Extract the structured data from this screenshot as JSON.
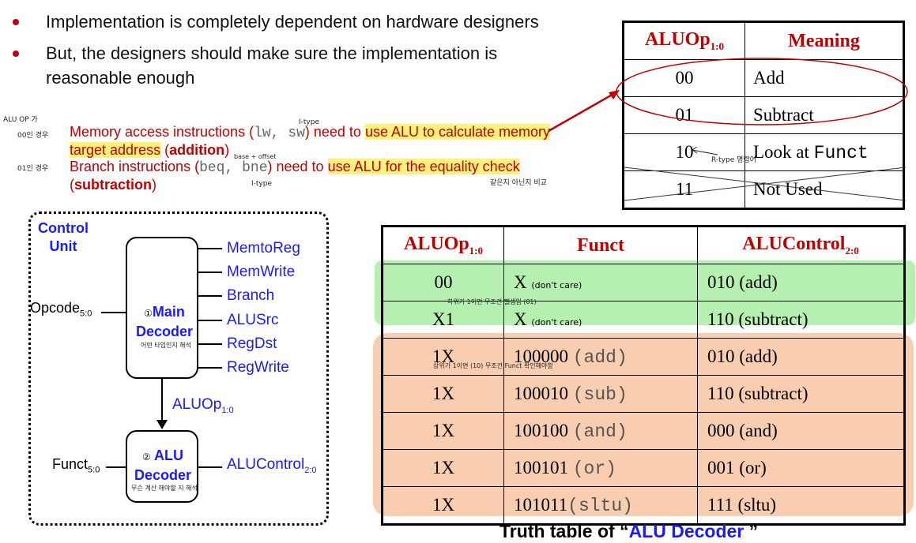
{
  "bullets": [
    "Implementation is completely dependent on hardware designers",
    "But, the designers should make sure the implementation is reasonable enough"
  ],
  "memory_line": {
    "pre": "Memory access instructions (",
    "code": "lw, sw",
    "mid": ") need to ",
    "hl": "use ALU to calculate memory target address",
    "open": " (",
    "bold": "addition",
    "close": ")"
  },
  "branch_line": {
    "pre": "Branch instructions (",
    "code": "beq, bne",
    "mid": ") need to ",
    "hl": "use ALU for the equality check",
    "open": " (",
    "bold": "subtraction",
    "close": ")"
  },
  "notes": {
    "aluop_is": "ALU OP 가",
    "case00": "00인 경우",
    "case01": "01인 경우",
    "itype_top": "I-type",
    "base_offset": "base + offset",
    "itype_bottom": "I-type",
    "compare": "같은지 아닌지 비교",
    "rtype": "R-type 명령어",
    "dont_care1": "(don't care)",
    "dont_care2": "(don't care)",
    "x1_note": "하위가 1이면 무조건 뺄셈임 (01)",
    "x1_note2": "상위가 1이면 (10) 무조건 Funct 확인해야함",
    "main_note": "어떤 타입인지 해석",
    "alu_note": "무슨 계산 해야할 지 해석"
  },
  "aluop_table": {
    "header": [
      "ALUOp",
      "1:0",
      "Meaning"
    ],
    "rows": [
      {
        "op": "00",
        "meaning": "Add"
      },
      {
        "op": "01",
        "meaning": "Subtract"
      },
      {
        "op": "10",
        "meaning_pre": "Look at ",
        "meaning_code": "Funct"
      },
      {
        "op": "11",
        "meaning": "Not Used"
      }
    ]
  },
  "control_unit": {
    "title_line1": "Control",
    "title_line2": "Unit",
    "main_num": "①",
    "main_label1": "Main",
    "main_label2": "Decoder",
    "alu_num": "②",
    "alu_label1": "ALU",
    "alu_label2": "Decoder",
    "opcode": "Opcode",
    "opcode_sub": "5:0",
    "funct": "Funct",
    "funct_sub": "5:0",
    "aluop": "ALUOp",
    "aluop_sub": "1:0",
    "alucontrol": "ALUControl",
    "alucontrol_sub": "2:0",
    "outputs": [
      "MemtoReg",
      "MemWrite",
      "Branch",
      "ALUSrc",
      "RegDst",
      "RegWrite"
    ]
  },
  "truth_table": {
    "header_aluop": "ALUOp",
    "header_aluop_sub": "1:0",
    "header_funct": "Funct",
    "header_ctrl": "ALUControl",
    "header_ctrl_sub": "2:0",
    "rows": [
      {
        "aluop": "00",
        "funct": "X",
        "funct_code": "",
        "ctrl": "010 (add)"
      },
      {
        "aluop": "X1",
        "funct": "X",
        "funct_code": "",
        "ctrl": "110 (subtract)"
      },
      {
        "aluop": "1X",
        "funct": "100000 ",
        "funct_code": "(add)",
        "ctrl": "010 (add)"
      },
      {
        "aluop": "1X",
        "funct": "100010 ",
        "funct_code": "(sub)",
        "ctrl": "110 (subtract)"
      },
      {
        "aluop": "1X",
        "funct": "100100 ",
        "funct_code": "(and)",
        "ctrl": "000 (and)"
      },
      {
        "aluop": "1X",
        "funct": "100101 ",
        "funct_code": "(or)",
        "ctrl": "001 (or)"
      },
      {
        "aluop": "1X",
        "funct": "101011",
        "funct_code": "(sltu)",
        "ctrl": "111 (sltu)"
      }
    ],
    "caption_pre": "Truth table of  “",
    "caption_blue": "ALU Decoder",
    "caption_post": " ”"
  },
  "colors": {
    "accent_red": "#c00000",
    "blue": "#1a1aff",
    "green_highlight": "#b6f0b0",
    "orange_highlight": "#f8cdb0",
    "yellow_highlight": "#fff27a"
  }
}
